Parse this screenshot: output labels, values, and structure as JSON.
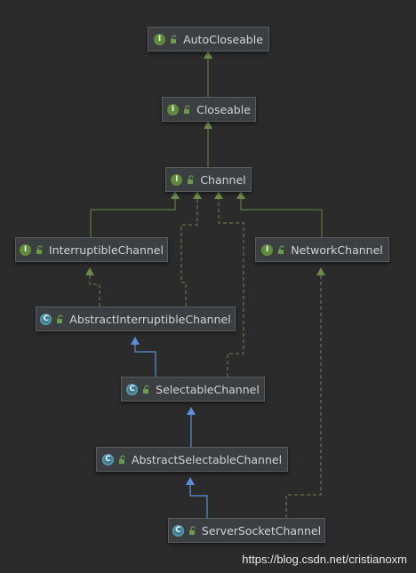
{
  "nodes": {
    "autocloseable": {
      "label": "AutoCloseable",
      "badge": "I",
      "kind": "interface"
    },
    "closeable": {
      "label": "Closeable",
      "badge": "I",
      "kind": "interface"
    },
    "channel": {
      "label": "Channel",
      "badge": "I",
      "kind": "interface"
    },
    "interruptiblechannel": {
      "label": "InterruptibleChannel",
      "badge": "I",
      "kind": "interface"
    },
    "networkchannel": {
      "label": "NetworkChannel",
      "badge": "I",
      "kind": "interface"
    },
    "abstractinterruptiblechannel": {
      "label": "AbstractInterruptibleChannel",
      "badge": "C",
      "kind": "abstract-class"
    },
    "selectablechannel": {
      "label": "SelectableChannel",
      "badge": "C",
      "kind": "abstract-class"
    },
    "abstractselectablechannel": {
      "label": "AbstractSelectableChannel",
      "badge": "C",
      "kind": "abstract-class"
    },
    "serversocketchannel": {
      "label": "ServerSocketChannel",
      "badge": "C",
      "kind": "abstract-class"
    }
  },
  "colors": {
    "interface_extends": "#6a8a4a",
    "class_extends": "#5c8fd6",
    "implements": "#6a8a4a"
  },
  "watermark": "https://blog.csdn.net/cristianoxm"
}
